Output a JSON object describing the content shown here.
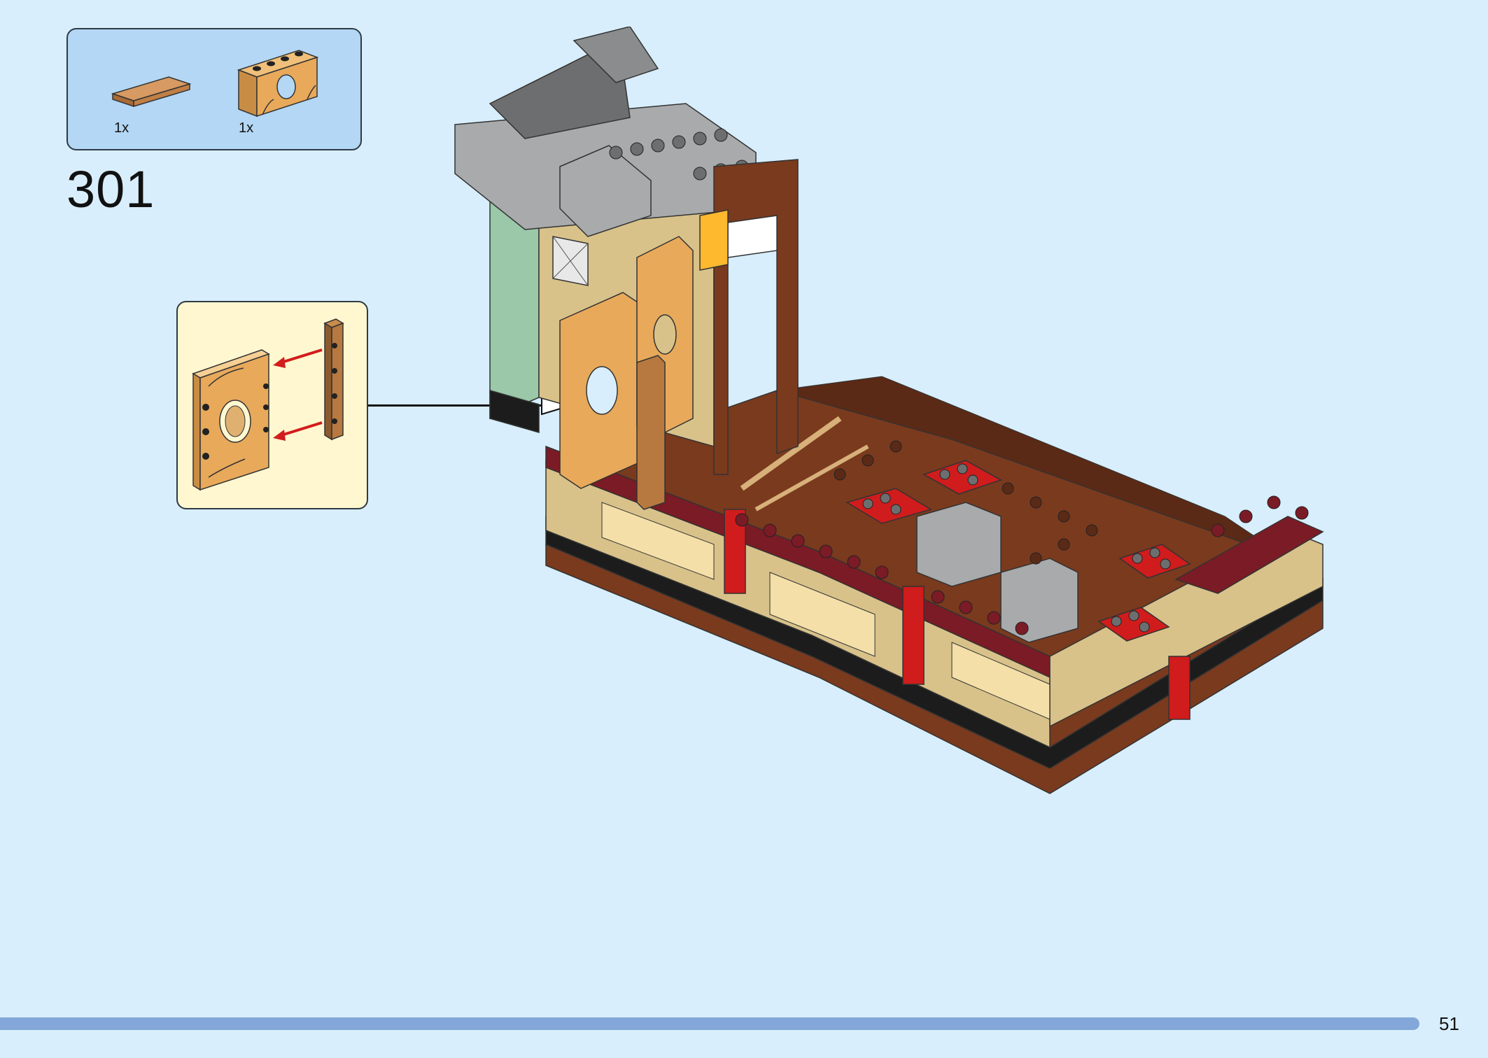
{
  "parts_list": {
    "items": [
      {
        "name": "tile-1x4-medium-nougat",
        "qty": "1x"
      },
      {
        "name": "fence-ornamental-nougat",
        "qty": "1x"
      }
    ]
  },
  "step": {
    "number": "301"
  },
  "progress": {
    "fraction": 0.954
  },
  "page": {
    "number": "51"
  },
  "colors": {
    "background": "#d8eefc",
    "parts_box": "#b3d7f4",
    "callout": "#fff7cf",
    "progress_bar": "#82a7d8",
    "nougat": "#e3a45a",
    "dark_red": "#7a1b26",
    "red": "#d01c1c",
    "reddish_brown": "#7a3a1e",
    "tan": "#d8c28a",
    "dark_tan": "#a38a61",
    "dark_gray": "#6d6e6f",
    "light_gray": "#a8aaab",
    "black": "#1c1c1c"
  }
}
